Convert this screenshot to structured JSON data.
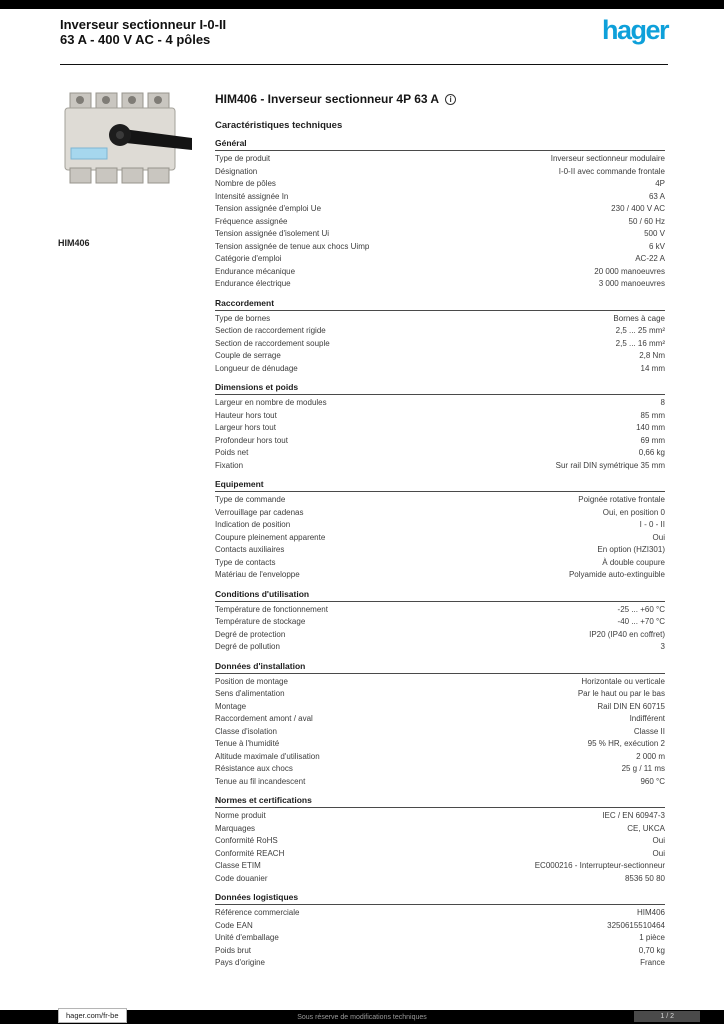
{
  "header": {
    "title_line1": "Inverseur sectionneur I-0-II",
    "title_line2": "63 A - 400 V AC - 4 pôles",
    "logo_text": "hager",
    "brand_color": "#0ea0da"
  },
  "product": {
    "reference": "HIM406"
  },
  "main": {
    "heading": "HIM406 - Inverseur sectionneur 4P 63 A",
    "info_icon": "i",
    "subheading": "Caractéristiques techniques"
  },
  "sections": [
    {
      "heading": "Général",
      "rows": [
        {
          "label": "Type de produit",
          "value": "Inverseur sectionneur modulaire"
        },
        {
          "label": "Désignation",
          "value": "I-0-II avec commande frontale"
        },
        {
          "label": "Nombre de pôles",
          "value": "4P"
        },
        {
          "label": "Intensité assignée In",
          "value": "63 A"
        },
        {
          "label": "Tension assignée d'emploi Ue",
          "value": "230 / 400 V AC"
        },
        {
          "label": "Fréquence assignée",
          "value": "50 / 60 Hz"
        },
        {
          "label": "Tension assignée d'isolement Ui",
          "value": "500 V"
        },
        {
          "label": "Tension assignée de tenue aux chocs Uimp",
          "value": "6 kV"
        },
        {
          "label": "Catégorie d'emploi",
          "value": "AC-22 A"
        },
        {
          "label": "Endurance mécanique",
          "value": "20 000 manoeuvres"
        },
        {
          "label": "Endurance électrique",
          "value": "3 000 manoeuvres"
        }
      ]
    },
    {
      "heading": "Raccordement",
      "rows": [
        {
          "label": "Type de bornes",
          "value": "Bornes à cage"
        },
        {
          "label": "Section de raccordement rigide",
          "value": "2,5 ... 25 mm²"
        },
        {
          "label": "Section de raccordement souple",
          "value": "2,5 ... 16 mm²"
        },
        {
          "label": "Couple de serrage",
          "value": "2,8 Nm"
        },
        {
          "label": "Longueur de dénudage",
          "value": "14 mm"
        }
      ]
    },
    {
      "heading": "Dimensions et poids",
      "rows": [
        {
          "label": "Largeur en nombre de modules",
          "value": "8"
        },
        {
          "label": "Hauteur hors tout",
          "value": "85 mm"
        },
        {
          "label": "Largeur hors tout",
          "value": "140 mm"
        },
        {
          "label": "Profondeur hors tout",
          "value": "69 mm"
        },
        {
          "label": "Poids net",
          "value": "0,66 kg"
        },
        {
          "label": "Fixation",
          "value": "Sur rail DIN symétrique 35 mm"
        }
      ]
    },
    {
      "heading": "Equipement",
      "rows": [
        {
          "label": "Type de commande",
          "value": "Poignée rotative frontale"
        },
        {
          "label": "Verrouillage par cadenas",
          "value": "Oui, en position 0"
        },
        {
          "label": "Indication de position",
          "value": "I - 0 - II"
        },
        {
          "label": "Coupure pleinement apparente",
          "value": "Oui"
        },
        {
          "label": "Contacts auxiliaires",
          "value": "En option (HZI301)"
        },
        {
          "label": "Type de contacts",
          "value": "À double coupure"
        },
        {
          "label": "Matériau de l'enveloppe",
          "value": "Polyamide auto-extinguible"
        }
      ]
    },
    {
      "heading": "Conditions d'utilisation",
      "rows": [
        {
          "label": "Température de fonctionnement",
          "value": "-25 ... +60 °C"
        },
        {
          "label": "Température de stockage",
          "value": "-40 ... +70 °C"
        },
        {
          "label": "Degré de protection",
          "value": "IP20 (IP40 en coffret)"
        },
        {
          "label": "Degré de pollution",
          "value": "3"
        }
      ]
    },
    {
      "heading": "Données d'installation",
      "rows": [
        {
          "label": "Position de montage",
          "value": "Horizontale ou verticale"
        },
        {
          "label": "Sens d'alimentation",
          "value": "Par le haut ou par le bas"
        },
        {
          "label": "Montage",
          "value": "Rail DIN EN 60715"
        },
        {
          "label": "Raccordement amont / aval",
          "value": "Indifférent"
        },
        {
          "label": "Classe d'isolation",
          "value": "Classe II"
        },
        {
          "label": "Tenue à l'humidité",
          "value": "95 % HR, exécution 2"
        },
        {
          "label": "Altitude maximale d'utilisation",
          "value": "2 000 m"
        },
        {
          "label": "Résistance aux chocs",
          "value": "25 g / 11 ms"
        },
        {
          "label": "Tenue au fil incandescent",
          "value": "960 °C"
        }
      ]
    },
    {
      "heading": "Normes et certifications",
      "rows": [
        {
          "label": "Norme produit",
          "value": "IEC / EN 60947-3"
        },
        {
          "label": "Marquages",
          "value": "CE, UKCA"
        },
        {
          "label": "Conformité RoHS",
          "value": "Oui"
        },
        {
          "label": "Conformité REACH",
          "value": "Oui"
        },
        {
          "label": "Classe ETIM",
          "value": "EC000216 - Interrupteur-sectionneur"
        },
        {
          "label": "Code douanier",
          "value": "8536 50 80"
        }
      ]
    },
    {
      "heading": "Données logistiques",
      "rows": [
        {
          "label": "Référence commerciale",
          "value": "HIM406"
        },
        {
          "label": "Code EAN",
          "value": "3250615510464"
        },
        {
          "label": "Unité d'emballage",
          "value": "1 pièce"
        },
        {
          "label": "Poids brut",
          "value": "0,70 kg"
        },
        {
          "label": "Pays d'origine",
          "value": "France"
        }
      ]
    }
  ],
  "footer": {
    "link": "hager.com/fr-be",
    "center_text": "Sous réserve de modifications techniques",
    "page_badge": "1 / 2"
  }
}
